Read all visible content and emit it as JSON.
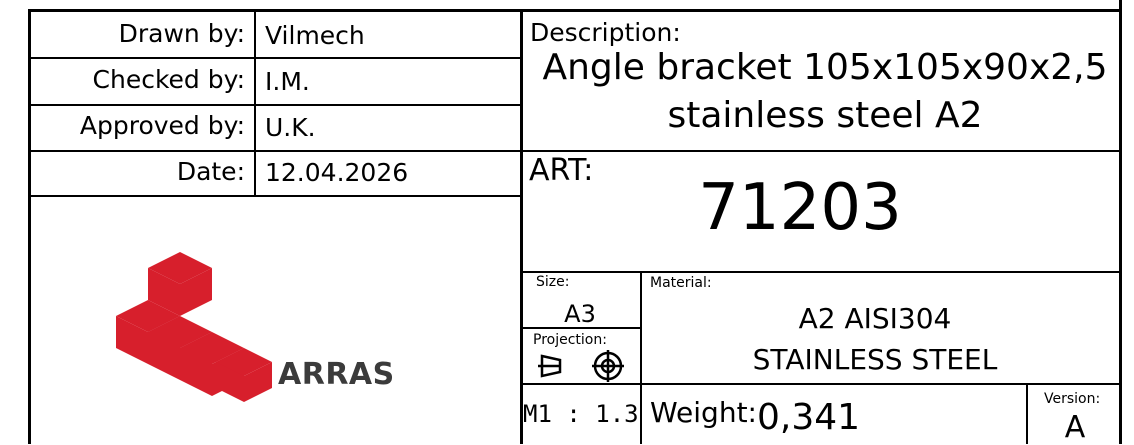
{
  "left_panel": {
    "drawn_by_label": "Drawn by:",
    "drawn_by_value": "Vilmech",
    "checked_by_label": "Checked by:",
    "checked_by_value": "I.M.",
    "approved_by_label": "Approved by:",
    "approved_by_value": "U.K.",
    "date_label": "Date:",
    "date_value": "12.04.2026"
  },
  "logo": {
    "text": "ARRAS",
    "icon": "arras-logo-icon",
    "color": "#d71f2c"
  },
  "description": {
    "label": "Description:",
    "line1": "Angle bracket 105x105x90x2,5",
    "line2": "stainless steel A2"
  },
  "art": {
    "label": "ART:",
    "value": "71203"
  },
  "size": {
    "label": "Size:",
    "value": "A3"
  },
  "material": {
    "label": "Material:",
    "line1": "A2 AISI304",
    "line2": "STAINLESS STEEL"
  },
  "projection": {
    "label": "Projection:",
    "icon": "third-angle-projection-icon"
  },
  "scale": {
    "value": "M1 : 1.3"
  },
  "weight": {
    "label": "Weight:",
    "value": "0,341"
  },
  "version": {
    "label": "Version:",
    "value": "A"
  }
}
